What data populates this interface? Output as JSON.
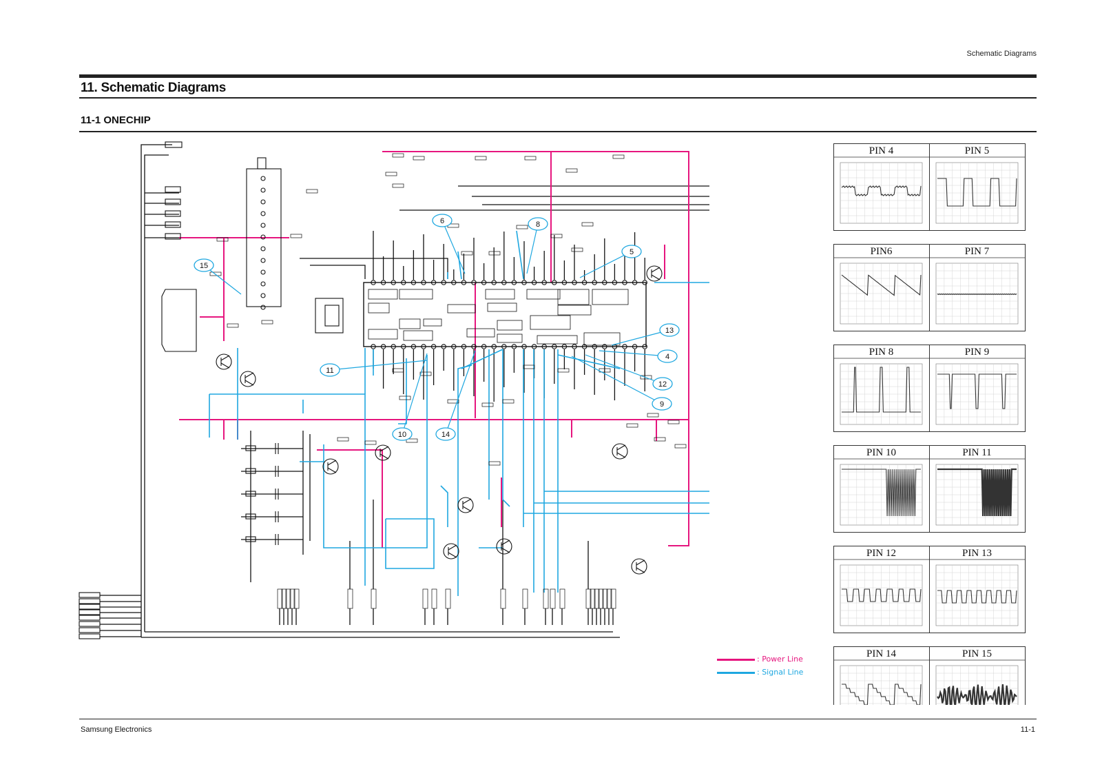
{
  "header": {
    "right_text": "Schematic Diagrams"
  },
  "title": "11. Schematic Diagrams",
  "subtitle": "11-1 ONECHIP",
  "footer": {
    "left": "Samsung Electronics",
    "right": "11-1"
  },
  "legend": [
    {
      "label": ": Power Line",
      "color": "#e6157e"
    },
    {
      "label": ": Signal Line",
      "color": "#1ea7e0"
    }
  ],
  "colors": {
    "power": "#e6157e",
    "signal": "#1ea7e0",
    "ink": "#111111"
  },
  "callouts": [
    "6",
    "8",
    "5",
    "15",
    "13",
    "4",
    "11",
    "12",
    "9",
    "10",
    "14"
  ],
  "scope_panels": [
    {
      "label": "PIN 4",
      "wave": "step"
    },
    {
      "label": "PIN 5",
      "wave": "pulse"
    },
    {
      "label": "PIN6",
      "wave": "saw"
    },
    {
      "label": "PIN 7",
      "wave": "flat"
    },
    {
      "label": "PIN 8",
      "wave": "spike"
    },
    {
      "label": "PIN 9",
      "wave": "dip"
    },
    {
      "label": "PIN 10",
      "wave": "burst"
    },
    {
      "label": "PIN 11",
      "wave": "dense"
    },
    {
      "label": "PIN 12",
      "wave": "square"
    },
    {
      "label": "PIN 13",
      "wave": "square2"
    },
    {
      "label": "PIN 14",
      "wave": "stairs"
    },
    {
      "label": "PIN 15",
      "wave": "envelope"
    }
  ]
}
